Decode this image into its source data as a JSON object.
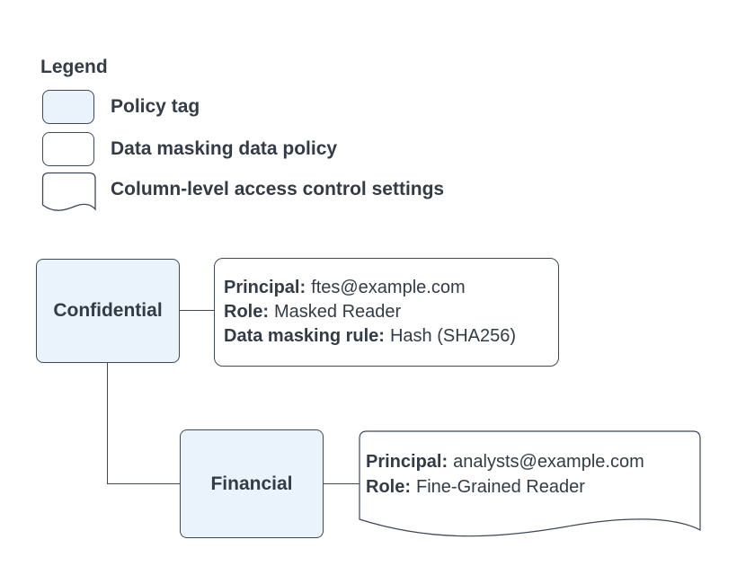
{
  "colors": {
    "canvas_bg": "#ffffff",
    "policy_tag_fill": "#eaf2fb",
    "card_fill": "#ffffff",
    "stroke": "#3e4857",
    "text": "#333b46"
  },
  "legend": {
    "title": "Legend",
    "items": [
      {
        "swatch": "policy-tag",
        "label": "Policy tag"
      },
      {
        "swatch": "data-masking-data-policy",
        "label": "Data masking data policy"
      },
      {
        "swatch": "column-level-access-control-settings",
        "label": "Column-level access control settings"
      }
    ]
  },
  "diagram": {
    "nodes": [
      {
        "label": "Confidential",
        "type": "policy-tag"
      },
      {
        "label": "Financial",
        "type": "policy-tag"
      }
    ],
    "cards": [
      {
        "type": "data-masking-data-policy",
        "fields": [
          {
            "label": "Principal:",
            "value": "ftes@example.com"
          },
          {
            "label": "Role:",
            "value": "Masked Reader"
          },
          {
            "label": "Data masking rule:",
            "value": "Hash (SHA256)"
          }
        ]
      },
      {
        "type": "column-level-access-control-settings",
        "fields": [
          {
            "label": "Principal:",
            "value": "analysts@example.com"
          },
          {
            "label": "Role:",
            "value": "Fine-Grained Reader"
          }
        ]
      }
    ]
  }
}
